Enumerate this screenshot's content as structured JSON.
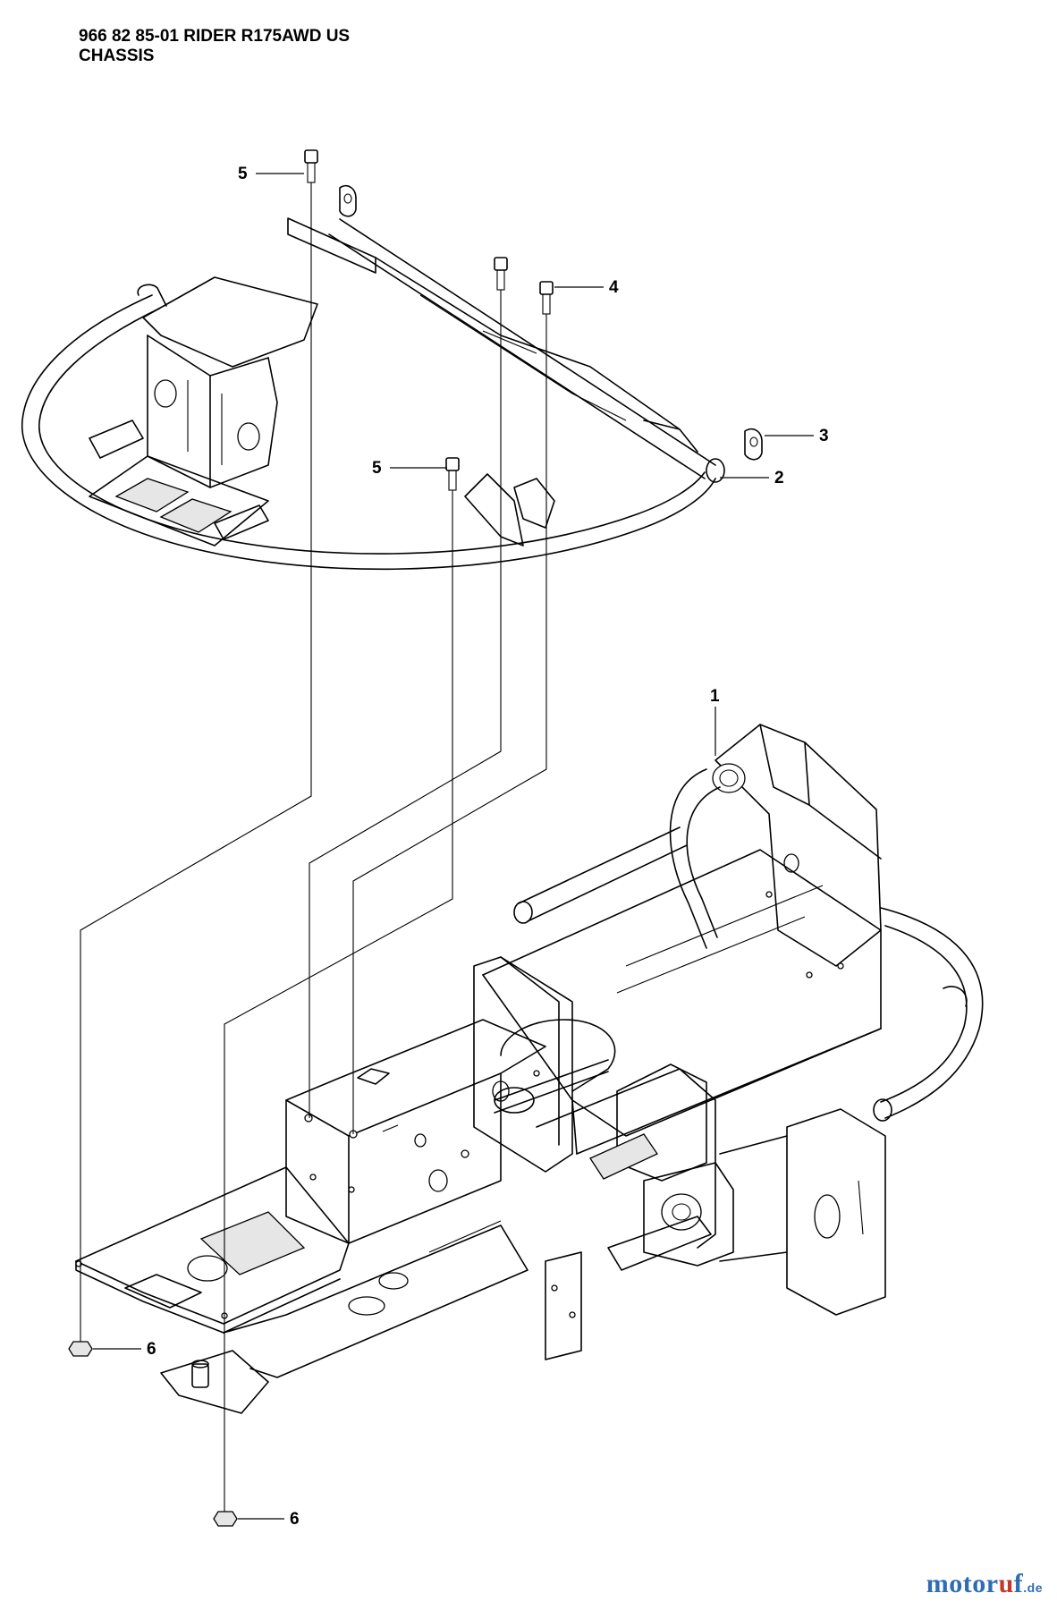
{
  "header": {
    "line1": "966 82 85-01 RIDER R175AWD US",
    "line2": "CHASSIS"
  },
  "callouts": [
    "5",
    "4",
    "3",
    "2",
    "5",
    "1",
    "6",
    "6"
  ],
  "logo": {
    "brand_a": "motor",
    "brand_b": "u",
    "brand_c": "f",
    "suffix": ".de",
    "colors": {
      "blue": "#2e6db4",
      "red": "#c0392b"
    }
  }
}
